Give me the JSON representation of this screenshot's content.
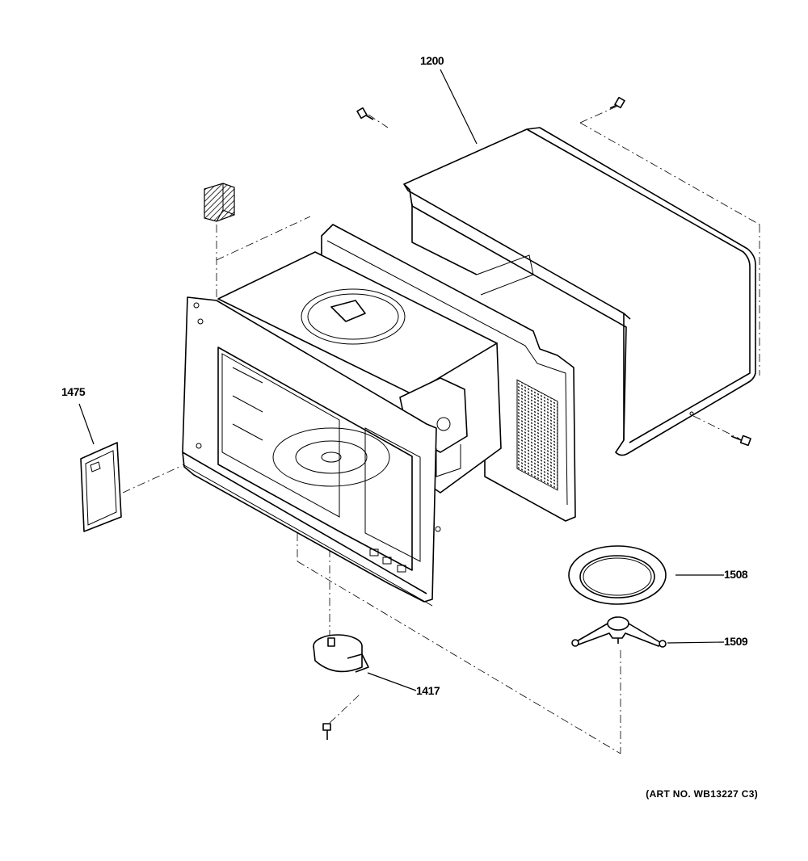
{
  "labels": {
    "outer_case": "1200",
    "door_light_cover": "1475",
    "turntable_tray": "1508",
    "roller_support": "1509",
    "turntable_motor": "1417"
  },
  "art_number": "(ART NO. WB13227 C3)"
}
